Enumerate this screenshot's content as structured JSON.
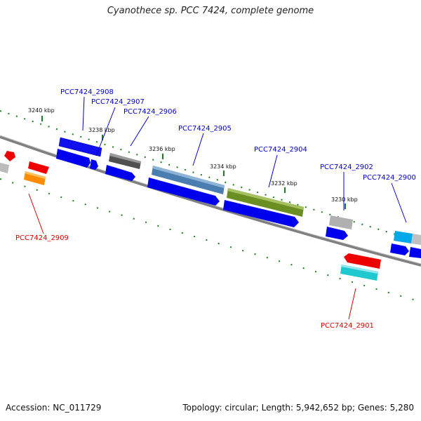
{
  "title": "Cyanothece sp. PCC 7424, complete genome",
  "accession": "Accession: NC_011729",
  "summary": "Topology: circular; Length: 5,942,652 bp; Genes: 5,280",
  "colors": {
    "label_plus": "#0000cc",
    "label_minus": "#dd0000",
    "backbone": "#808080",
    "tick": "#1a7f1a"
  },
  "ticks": [
    {
      "name": "tick-3240",
      "label": "3240 kbp"
    },
    {
      "name": "tick-3238",
      "label": "3238 kbp"
    },
    {
      "name": "tick-3236",
      "label": "3236 kbp"
    },
    {
      "name": "tick-3234",
      "label": "3234 kbp"
    },
    {
      "name": "tick-3232",
      "label": "3232 kbp"
    },
    {
      "name": "tick-3230",
      "label": "3230 kbp"
    }
  ],
  "gene_labels": [
    {
      "name": "label-pcc7424-2908",
      "text": "PCC7424_2908",
      "strand": "plus"
    },
    {
      "name": "label-pcc7424-2907",
      "text": "PCC7424_2907",
      "strand": "plus"
    },
    {
      "name": "label-pcc7424-2906",
      "text": "PCC7424_2906",
      "strand": "plus"
    },
    {
      "name": "label-pcc7424-2905",
      "text": "PCC7424_2905",
      "strand": "plus"
    },
    {
      "name": "label-pcc7424-2904",
      "text": "PCC7424_2904",
      "strand": "plus"
    },
    {
      "name": "label-pcc7424-2902",
      "text": "PCC7424_2902",
      "strand": "plus"
    },
    {
      "name": "label-pcc7424-2900",
      "text": "PCC7424_2900",
      "strand": "plus"
    },
    {
      "name": "label-pcc7424-2909",
      "text": "PCC7424_2909",
      "strand": "minus"
    },
    {
      "name": "label-pcc7424-2901",
      "text": "PCC7424_2901",
      "strand": "minus"
    }
  ]
}
